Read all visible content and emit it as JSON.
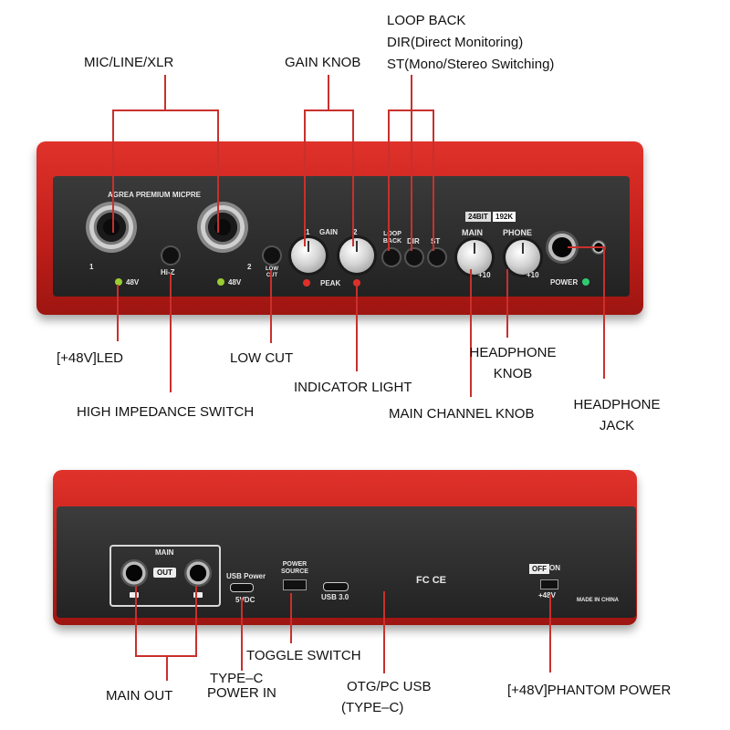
{
  "callouts": {
    "mic_line_xlr": "MIC/LINE/XLR",
    "gain_knob": "GAIN KNOB",
    "loop_back_1": "LOOP BACK",
    "loop_back_2": "DIR(Direct Monitoring)",
    "loop_back_3": "ST(Mono/Stereo Switching)",
    "led_48v": "[+48V]LED",
    "low_cut": "LOW CUT",
    "indicator_light": "INDICATOR LIGHT",
    "headphone_knob_1": "HEADPHONE",
    "headphone_knob_2": "KNOB",
    "headphone_jack_1": "HEADPHONE",
    "headphone_jack_2": "JACK",
    "high_impedance": "HIGH IMPEDANCE SWITCH",
    "main_channel_knob": "MAIN CHANNEL KNOB",
    "main_out": "MAIN OUT",
    "type_c_1": "TYPE–C",
    "type_c_2": "POWER IN",
    "toggle_switch": "TOGGLE SWITCH",
    "otg_1": "OTG/PC USB",
    "otg_2": "(TYPE–C)",
    "phantom_power": "[+48V]PHANTOM POWER"
  },
  "front_panel": {
    "brand": "AGREA PREMIUM MICPRE",
    "ch1": "1",
    "ch2": "2",
    "v48_1": "48V",
    "v48_2": "48V",
    "hiz": "Hi-Z",
    "lowcut": "LOW\nCUT",
    "gain": "GAIN",
    "gain1": "1",
    "gain2": "2",
    "peak": "PEAK",
    "loopback": "LOOP\nBACK",
    "dir": "DIR",
    "st": "ST",
    "bit": "24BIT",
    "rate": "192K",
    "main": "MAIN",
    "phone": "PHONE",
    "plus10a": "+10",
    "plus10b": "+10",
    "power": "POWER"
  },
  "rear_panel": {
    "main": "MAIN",
    "out": "OUT",
    "usb_power": "USB Power",
    "five_vdc": "5VDC",
    "power_source": "POWER\nSOURCE",
    "usb3": "USB 3.0",
    "cert": "FC CE",
    "off": "OFF",
    "on": "ON",
    "v48": "+48V",
    "made": "MADE IN CHINA"
  },
  "colors": {
    "accent_line": "#c9302c",
    "body_red": "#d1241f",
    "led_green": "#9acd32",
    "led_red": "#e0302b"
  }
}
